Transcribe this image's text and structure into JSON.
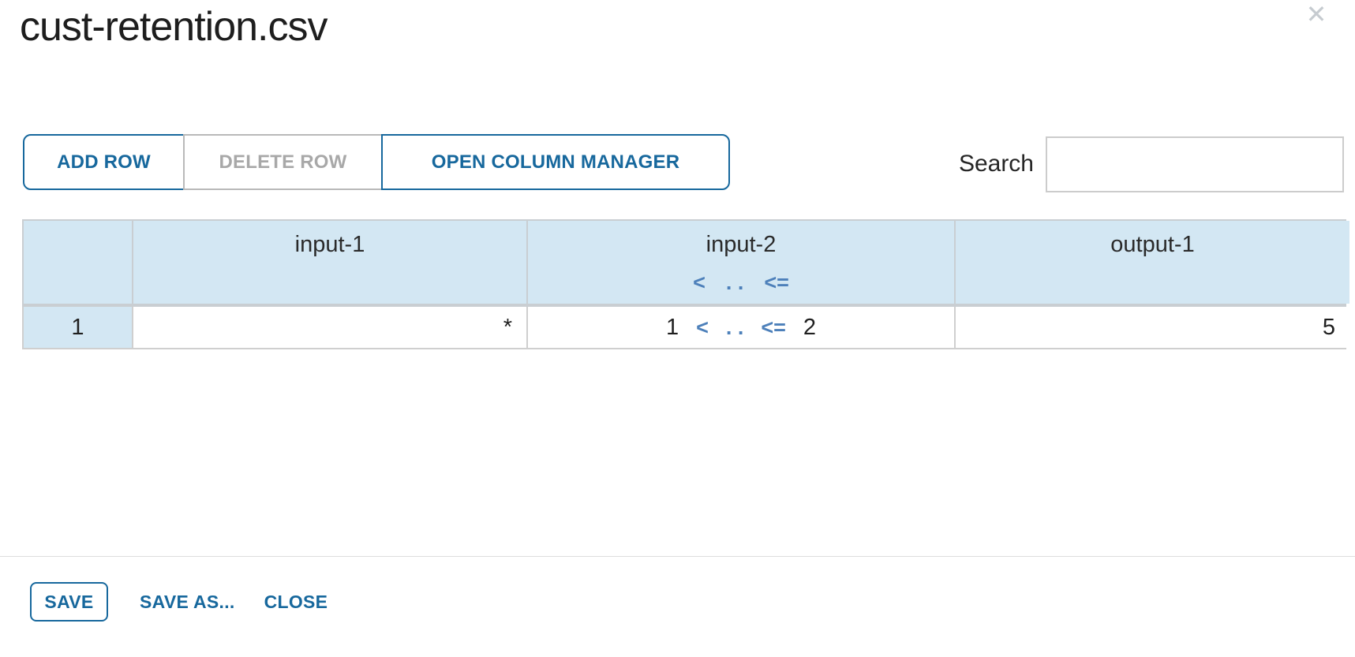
{
  "dialog": {
    "title": "cust-retention.csv"
  },
  "icons": {
    "close": "✕"
  },
  "toolbar": {
    "add_row": "ADD ROW",
    "delete_row": "DELETE ROW",
    "open_column_manager": "OPEN COLUMN MANAGER",
    "search_label": "Search",
    "search_value": ""
  },
  "table": {
    "header": {
      "rownum": "",
      "input1": "input-1",
      "input2": "input-2",
      "input2_op_lt": "<",
      "input2_op_dots": ". .",
      "input2_op_lte": "<=",
      "output1": "output-1"
    },
    "row1": {
      "num": "1",
      "input1": "*",
      "input2_lower": "1",
      "input2_op_lt": "<",
      "input2_op_dots": ". .",
      "input2_op_lte": "<=",
      "input2_upper": "2",
      "output1": "5"
    }
  },
  "footer": {
    "save": "SAVE",
    "save_as": "SAVE AS...",
    "close": "CLOSE"
  },
  "colors": {
    "primary_blue": "#17689d",
    "operator_blue": "#4d80ba",
    "header_blue": "#d3e7f3",
    "border_gray": "#c9ced2",
    "disabled_gray": "#a8a8a8"
  }
}
